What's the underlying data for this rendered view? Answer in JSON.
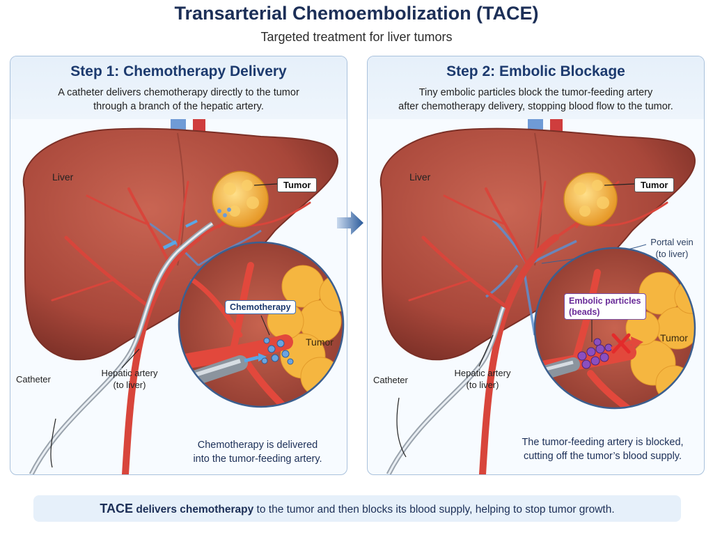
{
  "title": "Transarterial Chemoembolization (TACE)",
  "subtitle": "Targeted treatment for liver tumors",
  "step1": {
    "title": "Step 1: Chemotherapy Delivery",
    "desc_line1": "A catheter delivers chemotherapy directly to the tumor",
    "desc_line2": "through a branch of the hepatic artery.",
    "liver": "Liver",
    "tumor_tag": "Tumor",
    "chemo_tag": "Chemotherapy",
    "inset_tumor": "Tumor",
    "hepatic_line1": "Hepatic artery",
    "hepatic_line2": "(to liver)",
    "catheter": "Catheter",
    "caption_line1": "Chemotherapy is delivered",
    "caption_line2": "into the tumor-feeding artery."
  },
  "step2": {
    "title": "Step 2: Embolic Blockage",
    "desc_line1": "Tiny embolic particles block the tumor-feeding artery",
    "desc_line2": "after chemotherapy delivery, stopping blood flow to the tumor.",
    "liver": "Liver",
    "tumor_tag": "Tumor",
    "portal_line1": "Portal vein",
    "portal_line2": "(to liver)",
    "beads_line1": "Embolic particles",
    "beads_line2": "(beads)",
    "inset_tumor": "Tumor",
    "hepatic_line1": "Hepatic artery",
    "hepatic_line2": "(to liver)",
    "catheter": "Catheter",
    "caption_line1": "The tumor-feeding artery is blocked,",
    "caption_line2": "cutting off the tumor’s blood supply."
  },
  "summary": {
    "bold1": "TACE",
    "bold2": "delivers chemotherapy",
    "rest": "to the tumor and then blocks its blood supply, helping to stop tumor growth."
  },
  "colors": {
    "liver": "#b5503e",
    "artery": "#d8453b",
    "tumor": "#f2b43c",
    "vein": "#5d8fd0",
    "bead": "#8a4fc0",
    "accent": "#1c3a6e"
  }
}
